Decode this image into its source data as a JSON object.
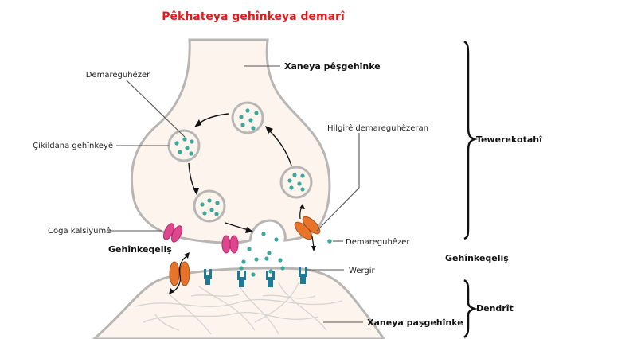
{
  "title": "Pêkhateya gehînkeya demarî",
  "labels": {
    "presynaptic_terminal": "Xaneya pêşgehînke",
    "neurotransmitter_top": "Demareguhêzer",
    "synaptic_vesicle": "Çikildana gehînkeyê",
    "reuptake_pump": "Hilgirê demareguhêzeran",
    "calcium_channel": "Coga kalsiyumê",
    "synaptic_cleft_left": "Gehînkeqeliş",
    "neurotransmitter_right": "Demareguhêzer",
    "receptor": "Wergir",
    "postsynaptic_cell": "Xaneya paşgehînke",
    "axon_terminal_bracket": "Tewerekotahî",
    "synaptic_cleft_bracket": "Gehînkeqeliş",
    "dendrite_bracket": "Dendrît"
  },
  "colors": {
    "title": "#e41b1b",
    "cell_fill": "#fdf4ee",
    "membrane": "#b8b6b4",
    "neurotransmitter": "#3aa89a",
    "calcium_channel": "#e0468e",
    "reuptake_pump": "#e8742a",
    "receptor": "#1f7a95"
  }
}
